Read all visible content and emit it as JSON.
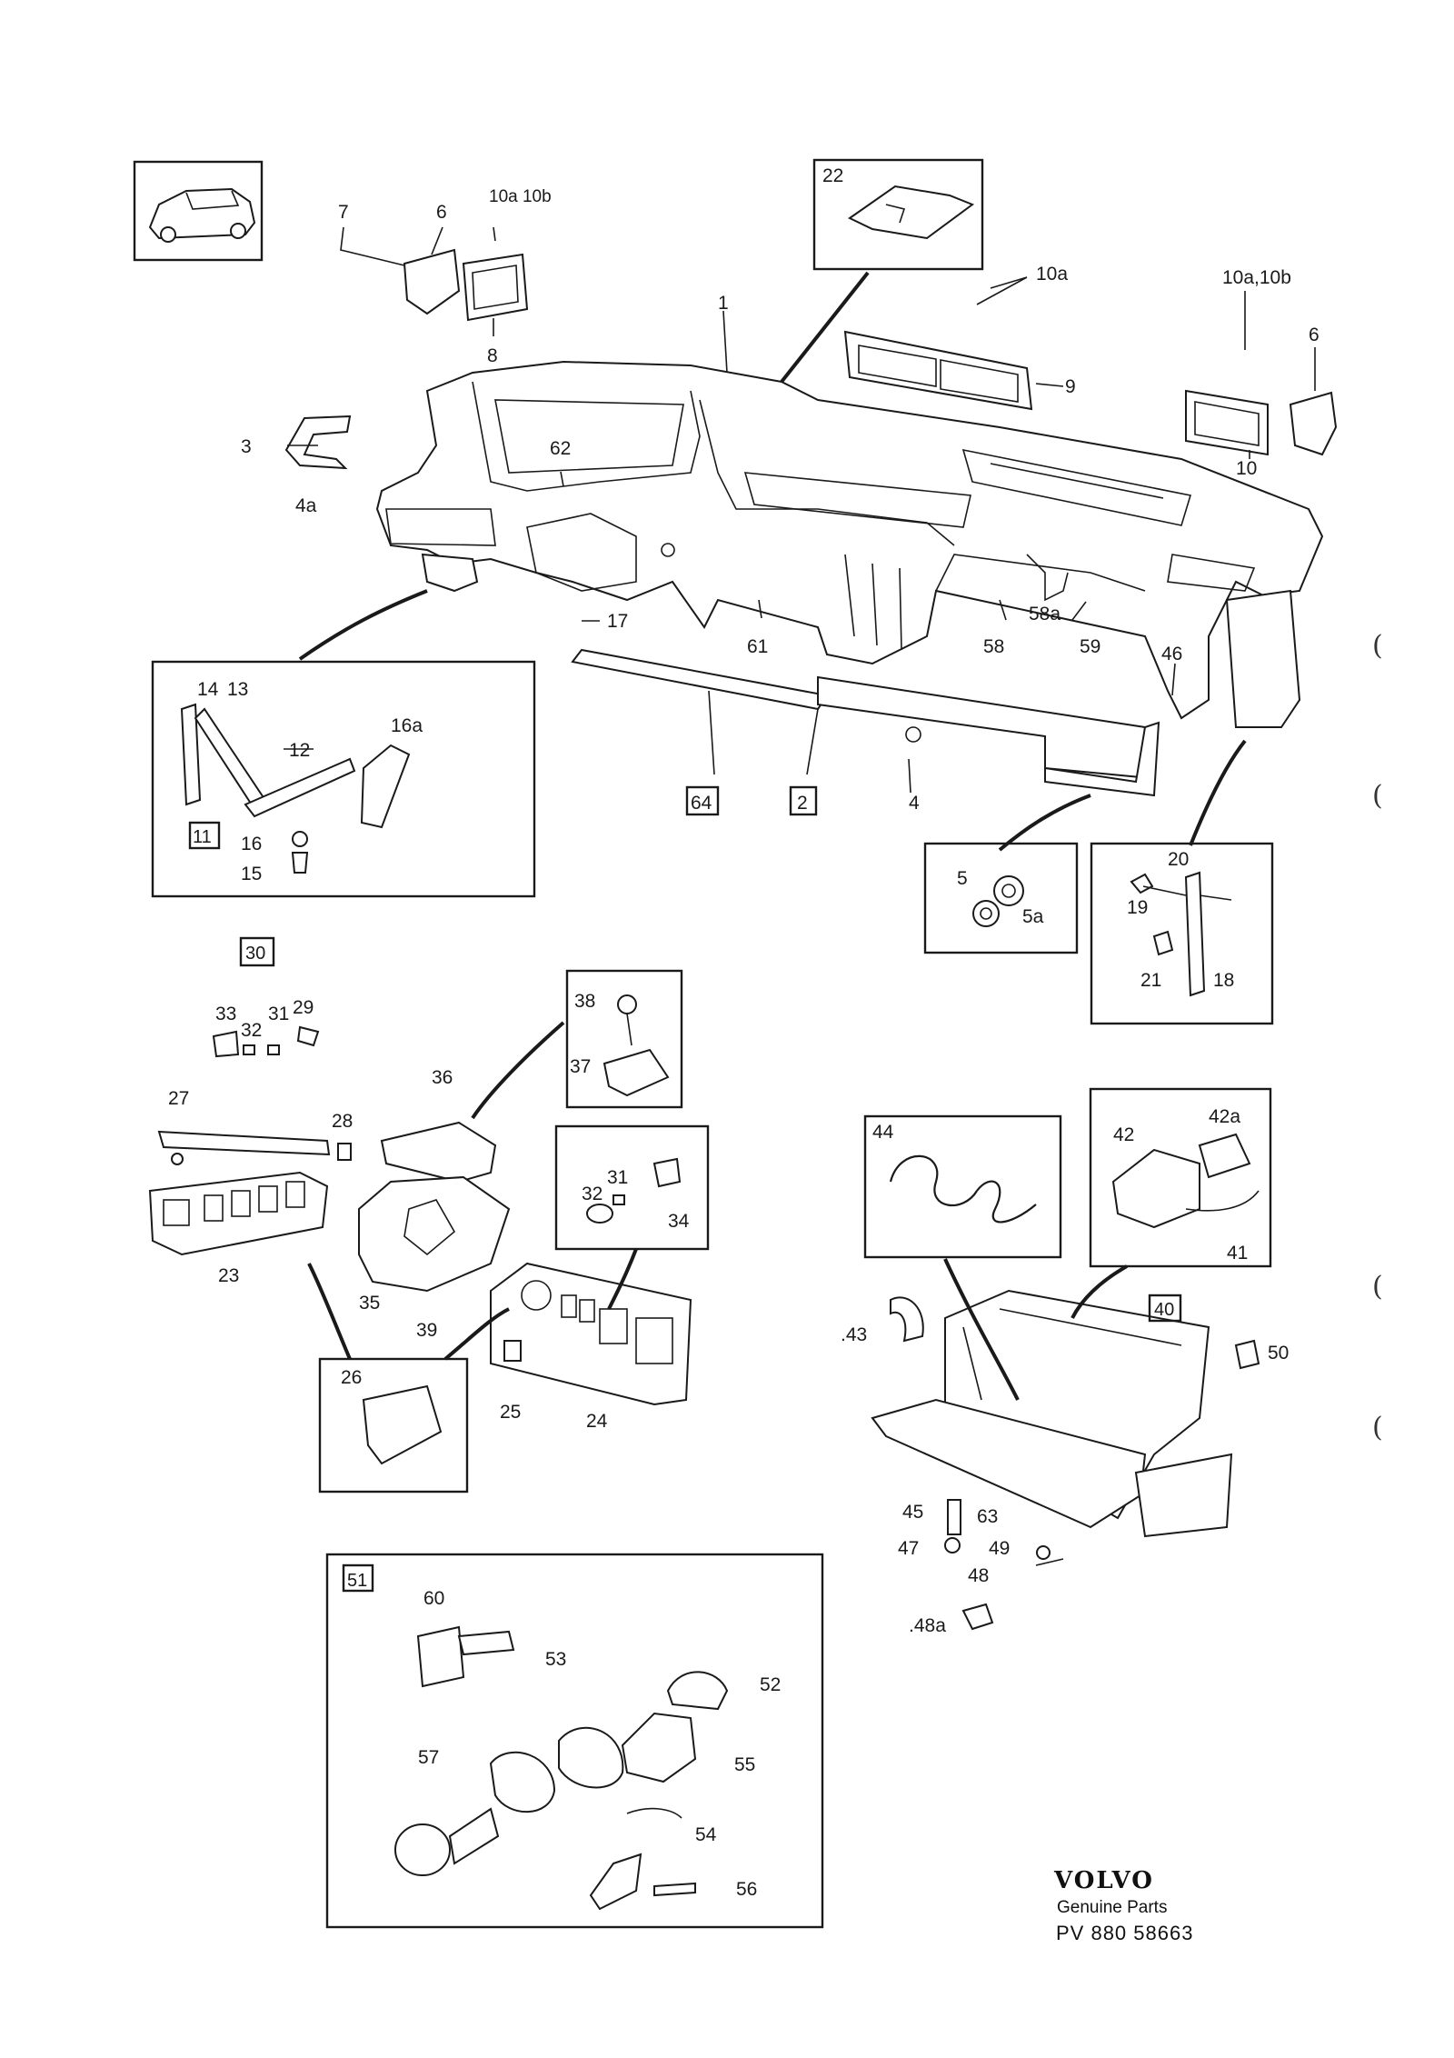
{
  "labels": {
    "l1": "1",
    "l2": "2",
    "l3": "3",
    "l4": "4",
    "l4a": "4a",
    "l5": "5",
    "l5a": "5a",
    "l6a": "6",
    "l6b": "6",
    "l7": "7",
    "l8": "8",
    "l9": "9",
    "l10": "10",
    "l10a_top": "10a",
    "l10a10b_left": "10a 10b",
    "l10a10b_right": "10a,10b",
    "l11": "11",
    "l12": "12",
    "l13": "13",
    "l14": "14",
    "l15": "15",
    "l16": "16",
    "l16a": "16a",
    "l17": "17",
    "l18": "18",
    "l19": "19",
    "l20": "20",
    "l21": "21",
    "l22": "22",
    "l23": "23",
    "l24": "24",
    "l25": "25",
    "l26": "26",
    "l27": "27",
    "l28": "28",
    "l29": "29",
    "l30": "30",
    "l31a": "31",
    "l31b": "31",
    "l32a": "32",
    "l32b": "32",
    "l33": "33",
    "l34": "34",
    "l35": "35",
    "l36": "36",
    "l37": "37",
    "l38": "38",
    "l39": "39",
    "l40": "40",
    "l41": "41",
    "l42": "42",
    "l42a": "42a",
    "l43": ".43",
    "l44": "44",
    "l45": "45",
    "l46": "46",
    "l47": "47",
    "l48": "48",
    "l48a": ".48a",
    "l49": "49",
    "l50": "50",
    "l51": "51",
    "l52": "52",
    "l53": "53",
    "l54": "54",
    "l55": "55",
    "l56": "56",
    "l57": "57",
    "l58": "58",
    "l58a": "58a",
    "l59": "59",
    "l60": "60",
    "l61": "61",
    "l62": "62",
    "l63": "63",
    "l64": "64"
  },
  "footer": {
    "brand": "VOLVO",
    "subtitle": "Genuine Parts",
    "reference": "PV 880 58663"
  },
  "margin_marks": [
    "(",
    "(",
    "(",
    "("
  ],
  "colors": {
    "ink": "#1a1a1a",
    "paper": "#ffffff"
  }
}
